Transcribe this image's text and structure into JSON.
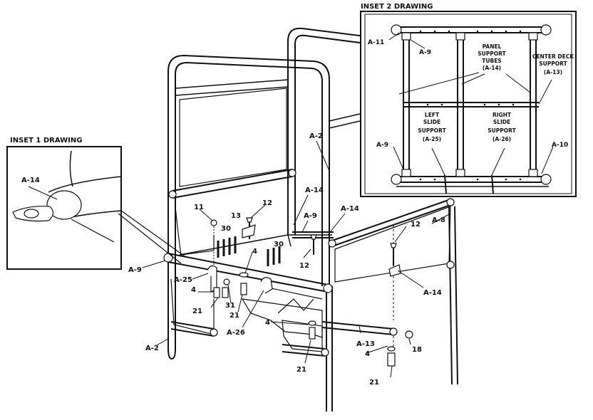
{
  "diagram": {
    "inset1_title": "INSET 1  DRAWING",
    "inset2_title": "INSET 2  DRAWING",
    "inset1_labels": {
      "part": "A-14"
    },
    "inset2_labels": {
      "top_left_ring": "A-11",
      "top_post": "A-9",
      "bottom_left_post": "A-9",
      "bottom_right_ring": "A-10",
      "panel_support": [
        "PANEL",
        "SUPPORT",
        "TUBES",
        "(A-14)"
      ],
      "center_deck": [
        "CENTER DECK",
        "SUPPORT",
        "(A-13)"
      ],
      "left_slide": [
        "LEFT",
        "SLIDE",
        "SUPPORT",
        "(A-25)"
      ],
      "right_slide": [
        "RIGHT",
        "SLIDE",
        "SUPPORT",
        "(A-26)"
      ]
    },
    "callouts": {
      "a2_upper": "A-2",
      "a2_lower": "A-2",
      "a8": "A-8",
      "a9_left": "A-9",
      "a9_center": "A-9",
      "a13": "A-13",
      "a14_upper": "A-14",
      "a14_center": "A-14",
      "a14_right": "A-14",
      "a25": "A-25",
      "a26": "A-26",
      "n11": "11",
      "n13": "13",
      "n12_top": "12",
      "n12_mid": "12",
      "n12_right": "12",
      "n30_left": "30",
      "n30_right": "30",
      "n4_left": "4",
      "n4_center": "4",
      "n4_lower": "4",
      "n4_bottom": "4",
      "n31": "31",
      "n21_left": "21",
      "n21_center": "21",
      "n21_lower": "21",
      "n21_bottom": "21",
      "n18": "18"
    }
  }
}
